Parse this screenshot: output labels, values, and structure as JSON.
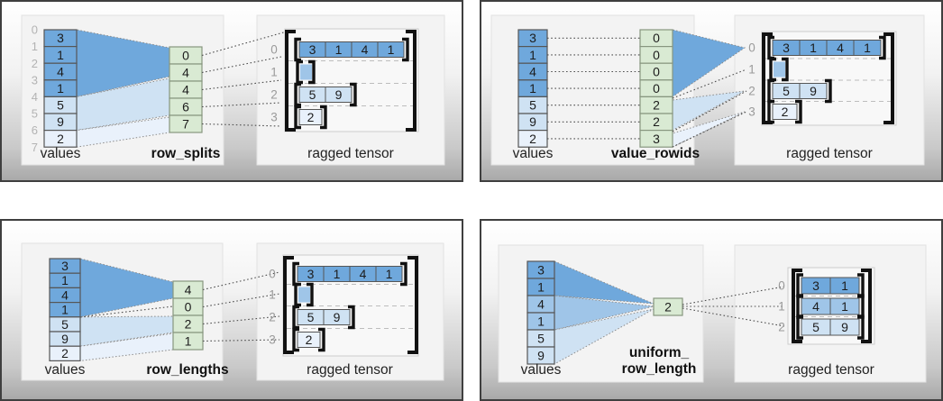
{
  "figure": {
    "description": "ragged tensor construction diagrams"
  },
  "colors": {
    "dark": "#6fa8dc",
    "mid": "#9fc5e8",
    "light": "#cfe2f3",
    "faint": "#e9f1fb",
    "green": "#d9ead3",
    "cell_border": "#565656",
    "green_border": "#87967f",
    "index_gray": "#b3b3b3",
    "row_label_gray": "#9a9a9a",
    "bracket": "#111111",
    "panel_bg": "#f3f3f3",
    "panel_border": "#e2e2e2",
    "matrix_bg": "#f8f8f8",
    "matrix_border": "#cccccc",
    "dash_gray": "#bdbdbd",
    "dot_gray": "#4f4f4f",
    "funnel_edge": "#8b8b8b"
  },
  "labels": {
    "values": "values",
    "ragged_tensor": "ragged tensor"
  },
  "panels": [
    {
      "id": "row-splits",
      "method": "row_splits",
      "method_lines": [
        "row_splits"
      ],
      "values": [
        "3",
        "1",
        "4",
        "1",
        "5",
        "9",
        "2"
      ],
      "value_shades": [
        "dark",
        "dark",
        "dark",
        "dark",
        "light",
        "light",
        "faint"
      ],
      "value_indices": [
        "0",
        "1",
        "2",
        "3",
        "4",
        "5",
        "6",
        "7"
      ],
      "key": [
        "0",
        "4",
        "4",
        "6",
        "7"
      ],
      "tensor": {
        "row_labels": [
          "0",
          "1",
          "2",
          "3"
        ],
        "rows": [
          {
            "cells": [
              "3",
              "1",
              "4",
              "1"
            ],
            "shade": "dark"
          },
          {
            "cells": [],
            "shade": "mid"
          },
          {
            "cells": [
              "5",
              "9"
            ],
            "shade": "light"
          },
          {
            "cells": [
              "2"
            ],
            "shade": "faint"
          }
        ]
      }
    },
    {
      "id": "value-rowids",
      "method": "value_rowids",
      "method_lines": [
        "value_rowids"
      ],
      "values": [
        "3",
        "1",
        "4",
        "1",
        "5",
        "9",
        "2"
      ],
      "value_shades": [
        "dark",
        "dark",
        "dark",
        "dark",
        "light",
        "light",
        "faint"
      ],
      "key": [
        "0",
        "0",
        "0",
        "0",
        "2",
        "2",
        "3"
      ],
      "tensor": {
        "row_labels": [
          "0",
          "1",
          "2",
          "3"
        ],
        "rows": [
          {
            "cells": [
              "3",
              "1",
              "4",
              "1"
            ],
            "shade": "dark"
          },
          {
            "cells": [],
            "shade": "mid"
          },
          {
            "cells": [
              "5",
              "9"
            ],
            "shade": "light"
          },
          {
            "cells": [
              "2"
            ],
            "shade": "faint"
          }
        ]
      }
    },
    {
      "id": "row-lengths",
      "method": "row_lengths",
      "method_lines": [
        "row_lengths"
      ],
      "values": [
        "3",
        "1",
        "4",
        "1",
        "5",
        "9",
        "2"
      ],
      "value_shades": [
        "dark",
        "dark",
        "dark",
        "dark",
        "light",
        "light",
        "faint"
      ],
      "key": [
        "4",
        "0",
        "2",
        "1"
      ],
      "tensor": {
        "row_labels": [
          "0",
          "1",
          "2",
          "3"
        ],
        "rows": [
          {
            "cells": [
              "3",
              "1",
              "4",
              "1"
            ],
            "shade": "dark"
          },
          {
            "cells": [],
            "shade": "mid"
          },
          {
            "cells": [
              "5",
              "9"
            ],
            "shade": "light"
          },
          {
            "cells": [
              "2"
            ],
            "shade": "faint"
          }
        ]
      }
    },
    {
      "id": "uniform-row-length",
      "method": "uniform_row_length",
      "method_lines": [
        "uniform_",
        "row_length"
      ],
      "values": [
        "3",
        "1",
        "4",
        "1",
        "5",
        "9"
      ],
      "value_shades": [
        "dark",
        "dark",
        "mid",
        "mid",
        "light",
        "light"
      ],
      "key": [
        "2"
      ],
      "tensor": {
        "row_labels": [
          "0",
          "1",
          "2"
        ],
        "rows": [
          {
            "cells": [
              "3",
              "1"
            ],
            "shade": "dark"
          },
          {
            "cells": [
              "4",
              "1"
            ],
            "shade": "mid"
          },
          {
            "cells": [
              "5",
              "9"
            ],
            "shade": "light"
          }
        ]
      }
    }
  ]
}
